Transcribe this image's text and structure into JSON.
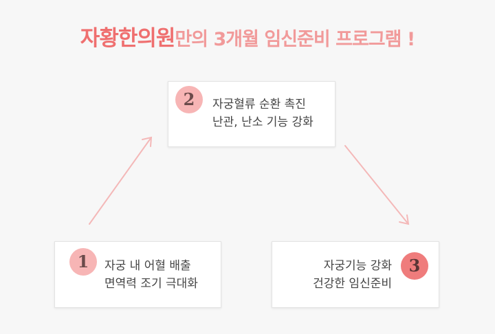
{
  "title": {
    "brand": "자황한의원",
    "rest": "만의 3개월 임신준비 프로그램 !"
  },
  "steps": [
    {
      "number": "1",
      "lines": [
        "자궁 내 어혈 배출",
        "면역력 조기 극대화"
      ]
    },
    {
      "number": "2",
      "lines": [
        "자궁혈류 순환 촉진",
        "난관, 난소 기능 강화"
      ]
    },
    {
      "number": "3",
      "lines": [
        "자궁기능 강화",
        "건강한 임신준비"
      ]
    }
  ],
  "colors": {
    "brand": "#ef6f6f",
    "title_light": "#f19a9a",
    "badge_light": "#f7b5b5",
    "badge_strong": "#ef7c7c",
    "arrow": "#f4b8b8"
  }
}
